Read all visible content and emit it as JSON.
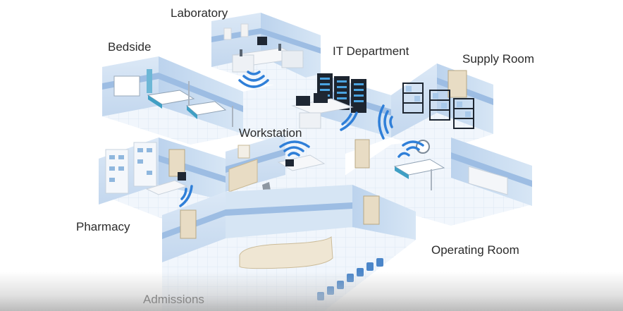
{
  "labels": {
    "laboratory": "Laboratory",
    "bedside": "Bedside",
    "it_department": "IT Department",
    "supply_room": "Supply Room",
    "workstation": "Workstation",
    "pharmacy": "Pharmacy",
    "operating_room": "Operating Room",
    "admissions": "Admissions"
  },
  "colors": {
    "wall": "#cfe0f2",
    "wall_stripe": "#8fb3dd",
    "floor": "#eef4fb",
    "floor_line": "#d6e3f1",
    "wifi": "#2f7fd8",
    "server": "#1d2530",
    "door": "#e8dcc4",
    "label_text": "#2b2b2b"
  },
  "icons": {
    "wifi": "wifi-signal-icon"
  }
}
